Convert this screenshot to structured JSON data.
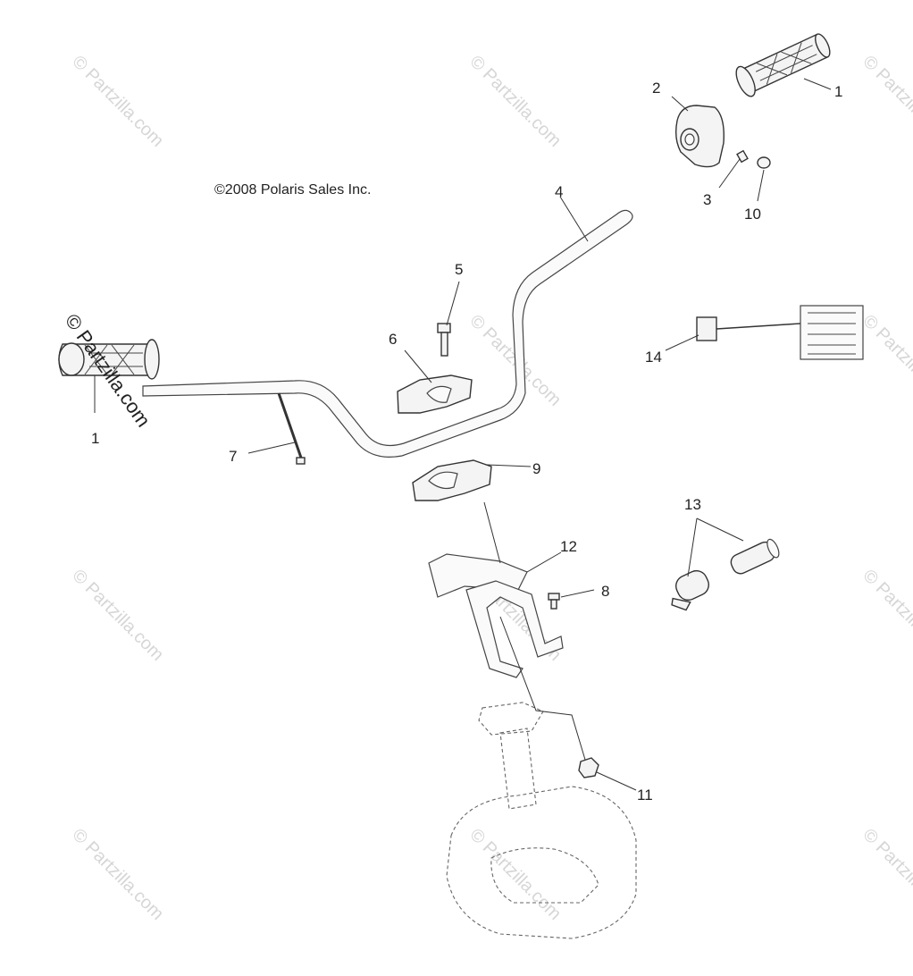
{
  "copyright": "©2008 Polaris Sales Inc.",
  "watermark": {
    "text": "© Partzilla.com",
    "color": "#d6d6d6",
    "prominent_color": "#222222"
  },
  "callouts": [
    {
      "id": "1",
      "label": "1",
      "part": "grip-right"
    },
    {
      "id": "2",
      "label": "2",
      "part": "throttle-housing"
    },
    {
      "id": "3",
      "label": "3",
      "part": "set-screw"
    },
    {
      "id": "4",
      "label": "4",
      "part": "handlebar"
    },
    {
      "id": "5",
      "label": "5",
      "part": "bolt"
    },
    {
      "id": "6",
      "label": "6",
      "part": "upper-clamp"
    },
    {
      "id": "1b",
      "label": "1",
      "part": "grip-left"
    },
    {
      "id": "7",
      "label": "7",
      "part": "long-bolt"
    },
    {
      "id": "9",
      "label": "9",
      "part": "lower-clamp"
    },
    {
      "id": "10",
      "label": "10",
      "part": "plug"
    },
    {
      "id": "14",
      "label": "14",
      "part": "hand-warmer-element"
    },
    {
      "id": "13",
      "label": "13",
      "part": "switch-parts"
    },
    {
      "id": "12",
      "label": "12",
      "part": "mount-bracket"
    },
    {
      "id": "8",
      "label": "8",
      "part": "screw"
    },
    {
      "id": "11",
      "label": "11",
      "part": "nut"
    }
  ]
}
